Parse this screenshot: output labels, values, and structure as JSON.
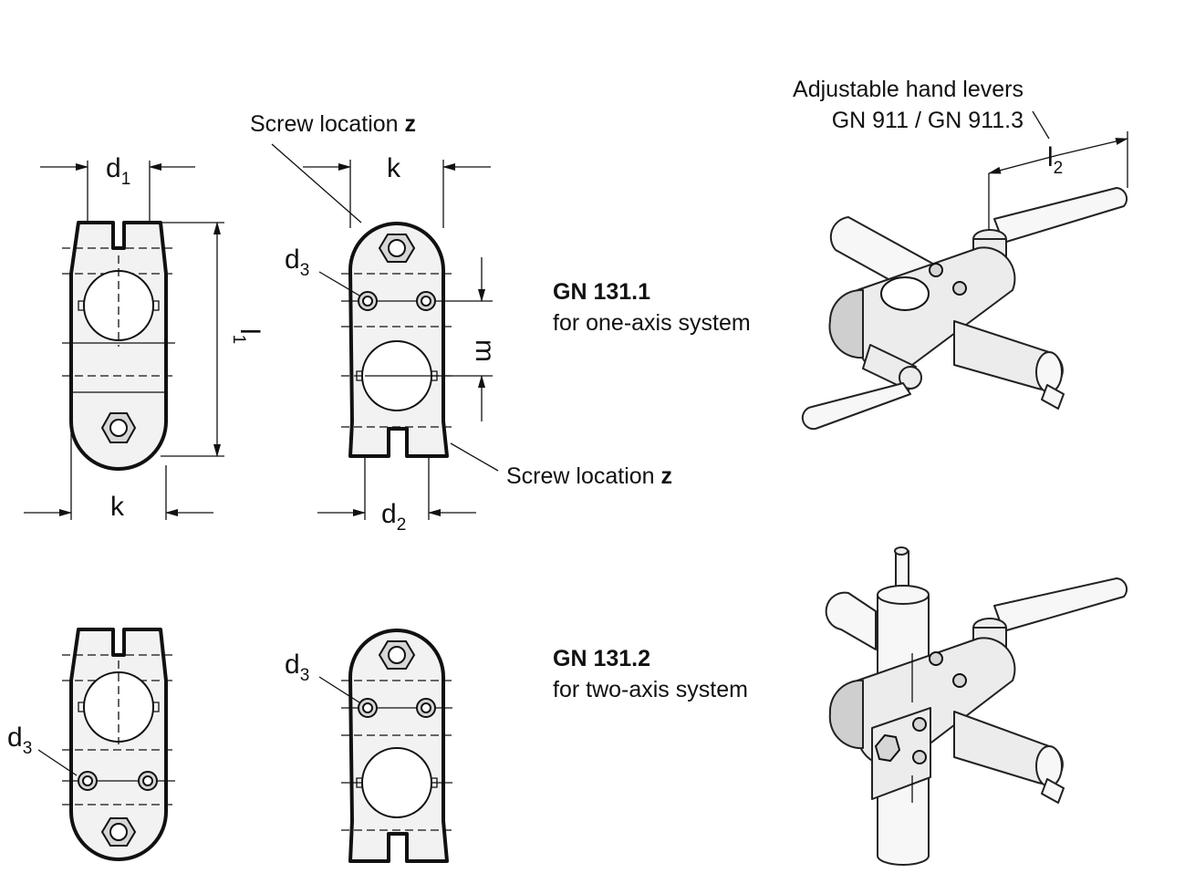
{
  "dimensions": {
    "d1": {
      "base": "d",
      "sub": "1"
    },
    "d2": {
      "base": "d",
      "sub": "2"
    },
    "d3": {
      "base": "d",
      "sub": "3"
    },
    "k": "k",
    "l1": {
      "base": "l",
      "sub": "1"
    },
    "l2": {
      "base": "l",
      "sub": "2"
    },
    "m": "m"
  },
  "labels": {
    "screw_location": "Screw location",
    "screw_symbol": "z",
    "hand_levers_line1": "Adjustable hand levers",
    "hand_levers_line2": "GN 911 / GN 911.3"
  },
  "variants": [
    {
      "code": "GN 131.1",
      "description": "for one-axis system"
    },
    {
      "code": "GN 131.2",
      "description": "for two-axis system"
    }
  ]
}
